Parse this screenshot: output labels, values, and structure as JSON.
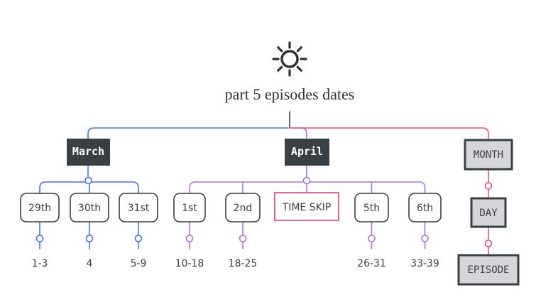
{
  "title": "part 5 episodes dates",
  "icon": "sun-icon",
  "colors": {
    "march": "#4a74d6",
    "april": "#a776d8",
    "legend": "#e0508a",
    "dark_box": "#3a3f44",
    "legend_fill": "#d4d6d9"
  },
  "march": {
    "label": "March",
    "days": [
      {
        "label": "29th",
        "episodes": "1-3"
      },
      {
        "label": "30th",
        "episodes": "4"
      },
      {
        "label": "31st",
        "episodes": "5-9"
      }
    ]
  },
  "april": {
    "label": "April",
    "days": [
      {
        "label": "1st",
        "episodes": "10-18"
      },
      {
        "label": "2nd",
        "episodes": "18-25"
      },
      {
        "label": "TIME SKIP",
        "episodes": ""
      },
      {
        "label": "5th",
        "episodes": "26-31"
      },
      {
        "label": "6th",
        "episodes": "33-39"
      }
    ]
  },
  "legend": {
    "month": "MONTH",
    "day": "DAY",
    "episode": "EPISODE"
  }
}
